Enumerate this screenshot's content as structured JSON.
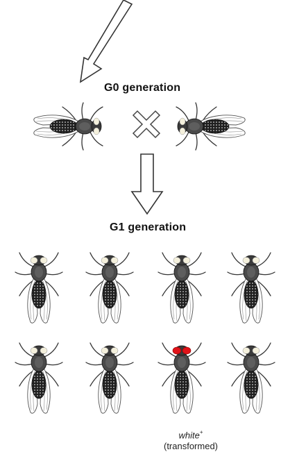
{
  "labels": {
    "g0": "G0 generation",
    "g1": "G1 generation"
  },
  "result": {
    "caption_word": "white",
    "caption_superscript": "+",
    "caption_note": "(transformed)"
  },
  "g1_flies": [
    {
      "eye_color": "#f4f0dc",
      "transformed": false
    },
    {
      "eye_color": "#f4f0dc",
      "transformed": false
    },
    {
      "eye_color": "#f4f0dc",
      "transformed": false
    },
    {
      "eye_color": "#f4f0dc",
      "transformed": false
    },
    {
      "eye_color": "#f4f0dc",
      "transformed": false
    },
    {
      "eye_color": "#f4f0dc",
      "transformed": false
    },
    {
      "eye_color": "#e0141a",
      "transformed": true
    },
    {
      "eye_color": "#f4f0dc",
      "transformed": false
    }
  ],
  "colors": {
    "fly_body": "#2b2b2b",
    "fly_thorax": "#4a4a4a",
    "wing_line": "#555555",
    "white_eye": "#f4f0dc",
    "red_eye": "#e0141a"
  }
}
